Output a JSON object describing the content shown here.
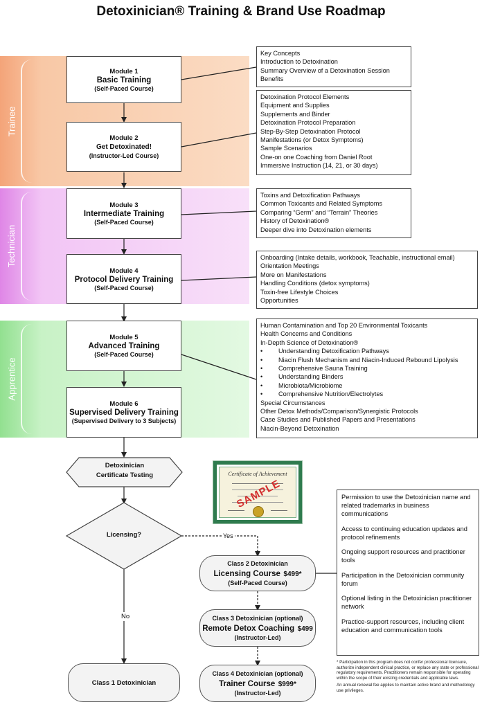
{
  "title": "Detoxinician® Training & Brand Use Roadmap",
  "bands": {
    "trainee": "Trainee",
    "technician": "Technician",
    "apprentice": "Apprentice"
  },
  "modules": [
    {
      "number": "Module 1",
      "name": "Basic Training",
      "type": "(Self-Paced Course)"
    },
    {
      "number": "Module 2",
      "name": "Get Detoxinated!",
      "type": "(Instructor-Led Course)"
    },
    {
      "number": "Module 3",
      "name": "Intermediate Training",
      "type": "(Self-Paced Course)"
    },
    {
      "number": "Module 4",
      "name": "Protocol Delivery Training",
      "type": "(Self-Paced Course)"
    },
    {
      "number": "Module 5",
      "name": "Advanced Training",
      "type": "(Self-Paced Course)"
    },
    {
      "number": "Module 6",
      "name": "Supervised Delivery Training",
      "type": "(Supervised Delivery to 3 Subjects)"
    }
  ],
  "topics": {
    "module1": [
      "Key Concepts",
      "Introduction to Detoxination",
      "Summary Overview of a Detoxination Session",
      "Benefits"
    ],
    "module2": [
      "Detoxination Protocol Elements",
      "Equipment and Supplies",
      "Supplements and Binder",
      "Detoxination Protocol Preparation",
      "Step-By-Step Detoxination Protocol",
      "Manifestations (or Detox Symptoms)",
      "Sample Scenarios",
      "One-on one Coaching from Daniel Root",
      "Immersive Instruction (14, 21, or 30 days)"
    ],
    "module3": [
      "Toxins and Detoxification Pathways",
      "Common Toxicants and Related Symptoms",
      "Comparing “Germ” and “Terrain” Theories",
      "History of Detoxination®",
      "Deeper dive into Detoxination elements"
    ],
    "module4": [
      "Onboarding (Intake details, workbook, Teachable, instructional email)",
      "Orientation Meetings",
      "More on Manifestations",
      "Handling Conditions (detox symptoms)",
      "Toxin-free Lifestyle Choices",
      "Opportunities"
    ],
    "module5_head": [
      "Human Contamination and Top 20 Environmental Toxicants",
      "Health Concerns and Conditions",
      "In-Depth Science of Detoxination®"
    ],
    "module5_bullets": [
      "Understanding Detoxification Pathways",
      "Niacin Flush Mechanism and Niacin-Induced Rebound Lipolysis",
      "Comprehensive Sauna Training",
      "Understanding Binders",
      "Microbiota/Microbiome",
      "Comprehensive Nutrition/Electrolytes"
    ],
    "module5_tail": [
      "Special Circumstances",
      "Other Detox Methods/Comparison/Synergistic Protocols",
      "Case Studies and Published Papers and Presentations",
      "Niacin-Beyond Detoxination"
    ]
  },
  "testing": {
    "line1": "Detoxinician",
    "line2": "Certificate Testing"
  },
  "decision": {
    "label": "Licensing?",
    "yes": "Yes",
    "no": "No"
  },
  "certificate": {
    "title": "Certificate of Achievement",
    "stamp": "SAMPLE"
  },
  "classes": {
    "class1": {
      "label": "Class 1 Detoxinician"
    },
    "class2": {
      "line1": "Class 2 Detoxinician",
      "name": "Licensing Course",
      "price": "$499*",
      "type": "(Self-Paced Course)"
    },
    "class3": {
      "line1": "Class 3 Detoxinician (optional)",
      "name": "Remote Detox Coaching",
      "price": "$499",
      "type": "(Instructor-Led)"
    },
    "class4": {
      "line1": "Class 4 Detoxinician (optional)",
      "name": "Trainer Course",
      "price": "$999*",
      "type": "(Instructor-Led)"
    }
  },
  "benefits": [
    "Permission to use the Detoxinician name and related trademarks in business communications",
    "Access to continuing education updates and protocol refinements",
    "Ongoing support resources and practitioner tools",
    "Participation in the Detoxinician community forum",
    "Optional listing in the Detoxinician practitioner network",
    "Practice-support resources, including client education and communication tools"
  ],
  "footnotes": [
    "* Participation in this program does not confer professional licensure, authorize independent clinical practice, or replace any state or professional regulatory requirements. Practitioners remain responsible for operating within the scope of their existing credentials and applicable laws.",
    "An annual renewal fee applies to maintain active brand and methodology use privileges."
  ],
  "colors": {
    "trainee": "#f8c8a6",
    "technician": "#f2c5f5",
    "apprentice": "#c8f2c6",
    "box_border": "#444444",
    "oval_fill": "#f3f3f3"
  }
}
